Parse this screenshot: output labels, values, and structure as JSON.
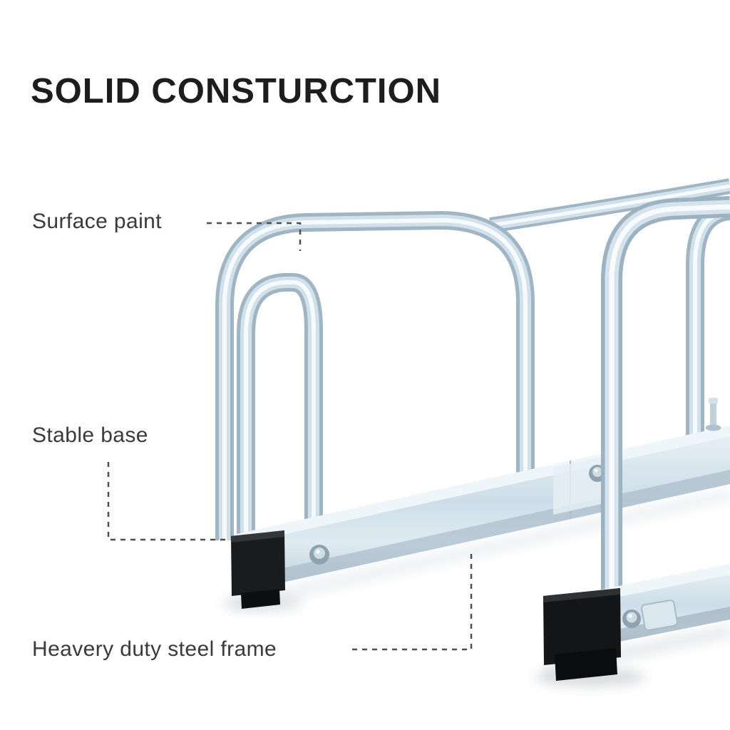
{
  "title": "SOLID CONSTURCTION",
  "annotations": [
    {
      "id": "surface-paint",
      "label": "Surface paint"
    },
    {
      "id": "stable-base",
      "label": "Stable base"
    },
    {
      "id": "heavy-duty-steel-frame",
      "label": "Heavery duty steel frame"
    }
  ],
  "illustration": {
    "subject": "bike-floor-parking-rack",
    "parts": [
      "steel-hoop",
      "base-rail",
      "rail-end-cap",
      "mounting-bolt",
      "rubber-foot"
    ]
  },
  "colors": {
    "background": "#ffffff",
    "title_text": "#1d1d1d",
    "label_text": "#3a3a3a",
    "callout_line": "#4f4f4f",
    "steel_highlight": "#f4fafd",
    "steel_mid": "#d2e0e9",
    "steel_shadow": "#a0b5c4",
    "end_cap": "#1a1b1d"
  }
}
